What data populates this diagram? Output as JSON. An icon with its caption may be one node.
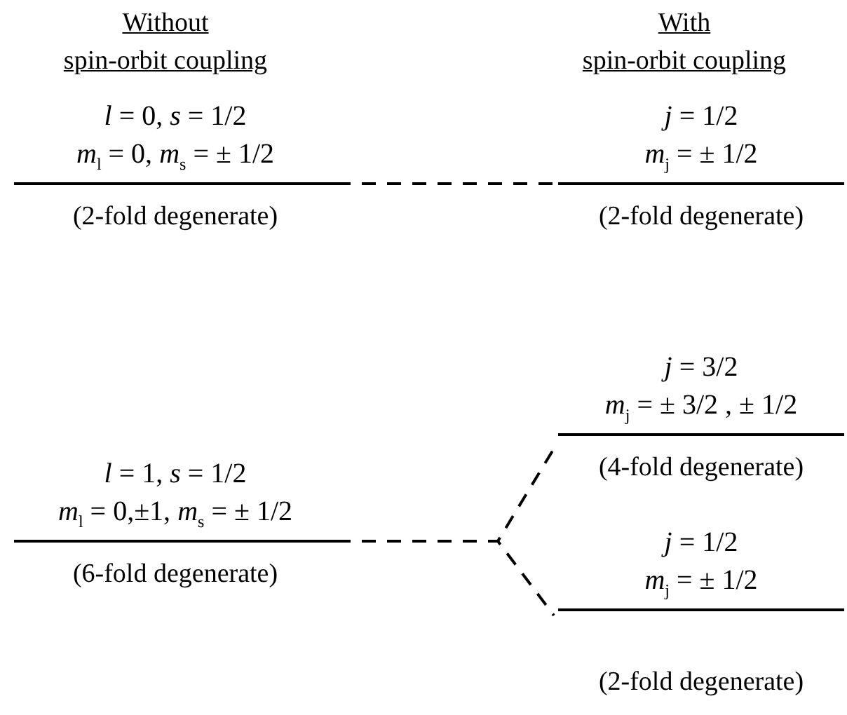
{
  "diagram": {
    "nodes": [
      {
        "text": [
          "*l* = 0, *s* = 1/2",
          "*m*$_{l}$ = 0, *m*$_{s}$ = ± 1/2"
        ],
        "beside": [
          "(2-fold degenerate)"
        ]
      },
      {
        "text": [
          "*j* = 1/2",
          "*m*$_{j}$ = ± 1/2"
        ],
        "beside": [
          "(2-fold degenerate)"
        ]
      },
      {
        "text": [
          "*l* = 1, *s* = 1/2",
          "*m*$_{l}$ = 0,±1, *m*$_{s}$ = ± 1/2"
        ],
        "beside": [
          "(6-fold degenerate)"
        ]
      },
      {
        "text": [
          "*j* = 3/2",
          "*m*$_{j}$ = ± 3/2 , ± 1/2"
        ],
        "beside": [
          "(4-fold degenerate)"
        ]
      },
      {
        "text": [
          "*j* = 1/2",
          "*m*$_{j}$ = ± 1/2"
        ],
        "beside": [
          "(2-fold degenerate)"
        ]
      }
    ],
    "edges": [
      {
        "from": 0,
        "to": 1,
        "arrow": "none",
        "style": "dashed"
      },
      {
        "from": 2,
        "to": 3,
        "arrow": "none",
        "style": "dashed"
      },
      {
        "from": 2,
        "to": 4,
        "arrow": "none",
        "style": "dashed"
      }
    ],
    "labels": [
      "Without",
      "With",
      "spin-orbit coupling",
      "spin-orbit coupling"
    ]
  }
}
